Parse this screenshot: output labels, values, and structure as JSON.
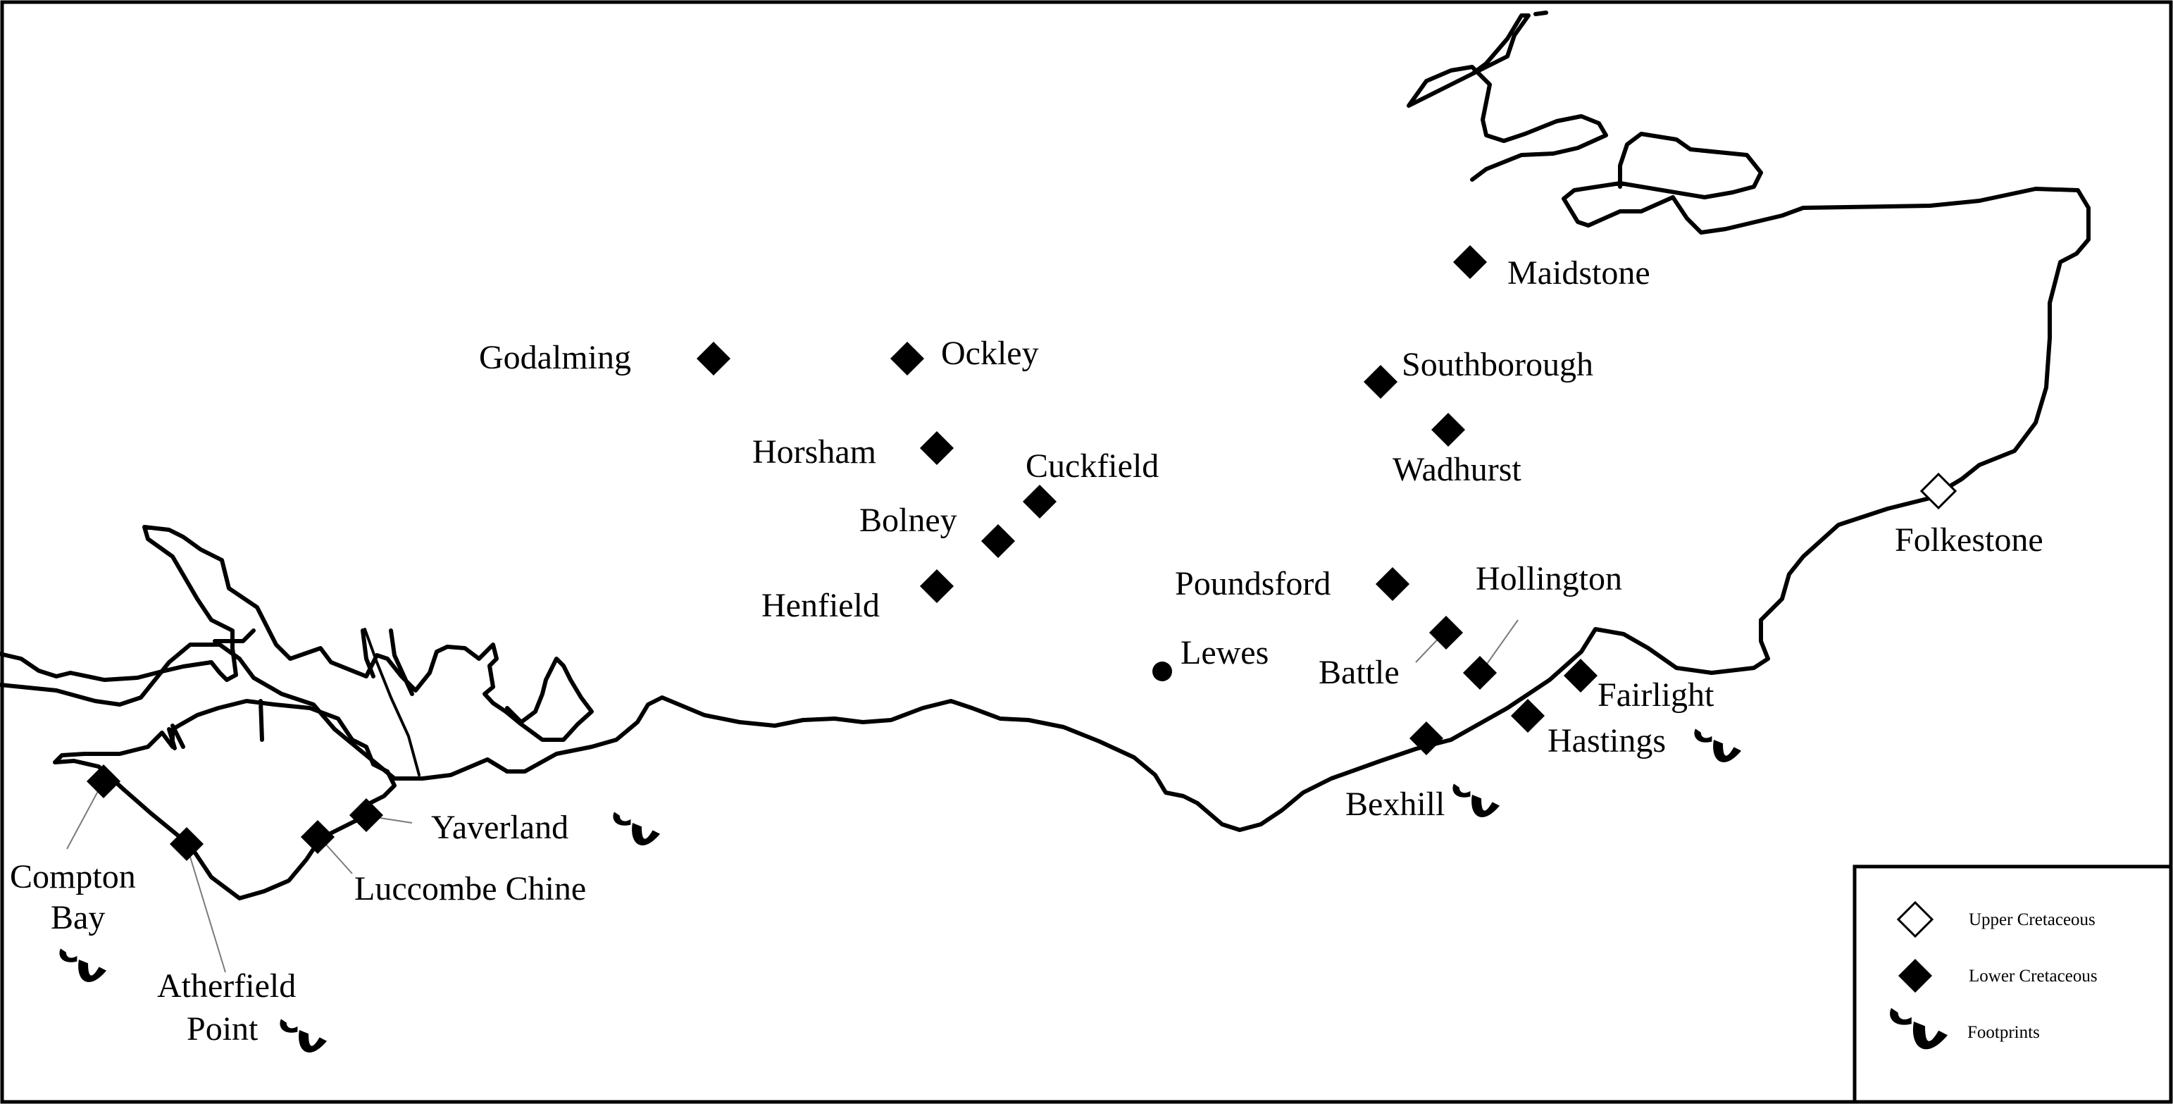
{
  "colors": {
    "ink": "#000000",
    "background": "#ffffff",
    "leader": "#7a7a7a",
    "upper_marker_fill": "#ffffff"
  },
  "icons": {
    "lower": "filled-diamond",
    "upper": "hollow-diamond",
    "footprints": "footprint",
    "town": "filled-dot"
  },
  "places": {
    "maidstone": "Maidstone",
    "godalming": "Godalming",
    "ockley": "Ockley",
    "southborough": "Southborough",
    "horsham": "Horsham",
    "cuckfield": "Cuckfield",
    "wadhurst": "Wadhurst",
    "bolney": "Bolney",
    "folkestone": "Folkestone",
    "henfield": "Henfield",
    "poundsford": "Poundsford",
    "hollington": "Hollington",
    "lewes": "Lewes",
    "battle": "Battle",
    "fairlight": "Fairlight",
    "hastings": "Hastings",
    "bexhill": "Bexhill",
    "yaverland": "Yaverland",
    "compton": "Compton",
    "bay": "Bay",
    "luccombe_chine": "Luccombe Chine",
    "atherfield": "Atherfield",
    "point": "Point"
  },
  "legend": {
    "upper": "Upper Cretaceous",
    "lower": "Lower Cretaceous",
    "footprints": "Footprints"
  }
}
